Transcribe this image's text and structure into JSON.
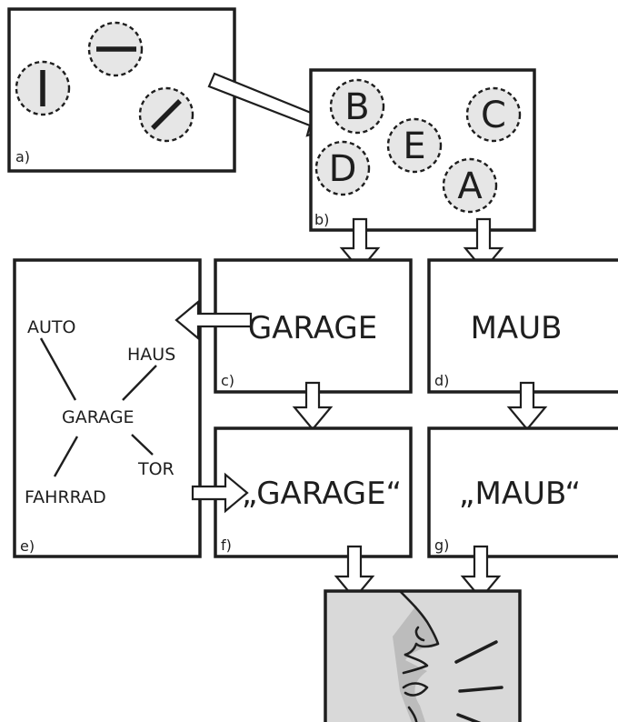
{
  "panels": {
    "a": {
      "label": "a)"
    },
    "b": {
      "label": "b)",
      "letters": [
        "B",
        "E",
        "C",
        "D",
        "A"
      ]
    },
    "c": {
      "label": "c)",
      "word": "GARAGE"
    },
    "d": {
      "label": "d)",
      "word": "MAUB"
    },
    "e": {
      "label": "e)",
      "center": "GARAGE",
      "associations": [
        "AUTO",
        "HAUS",
        "TOR",
        "FAHRRAD"
      ]
    },
    "f": {
      "label": "f)",
      "spoken": "„GARAGE“"
    },
    "g": {
      "label": "g)",
      "spoken": "„MAUB“"
    }
  },
  "icons": [
    "mouth-speaking-icon"
  ]
}
